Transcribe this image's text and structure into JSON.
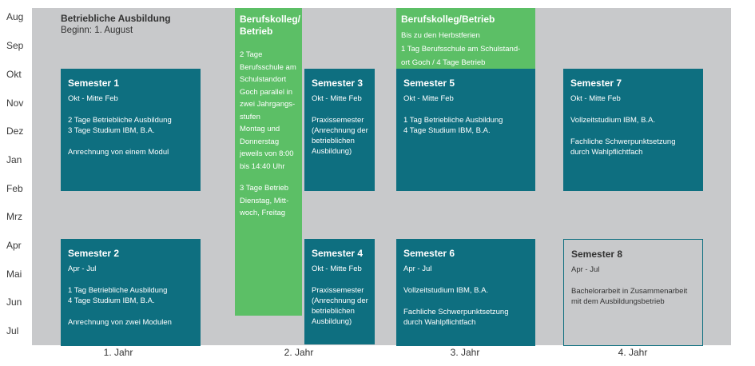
{
  "months": [
    "Aug",
    "Sep",
    "Okt",
    "Nov",
    "Dez",
    "Jan",
    "Feb",
    "Mrz",
    "Apr",
    "Mai",
    "Jun",
    "Jul"
  ],
  "intro": {
    "title": "Betriebliche Ausbildung",
    "subtitle": "Beginn: 1. August"
  },
  "green_blocks": {
    "kolleg1": {
      "title": "Berufskolleg/\nBetrieb",
      "text1": "2 Tage\nBerufsschule am\nSchulstandort\nGoch parallel in\nzwei Jahrgangs-\nstufen\nMontag und\nDonnerstag\njeweils von 8:00\nbis 14:40 Uhr",
      "text2": "3 Tage Betrieb\nDienstag, Mitt-\nwoch, Freitag"
    },
    "kolleg2": {
      "title": "Berufskolleg/Betrieb",
      "text": "Bis zu den Herbstferien\n1 Tag Berufsschule am Schulstand-\nort Goch  / 4 Tage Betrieb"
    }
  },
  "semesters": {
    "s1": {
      "title": "Semester 1",
      "period": "Okt - Mitte Feb",
      "p1": "2 Tage Betriebliche Ausbildung\n3 Tage Studium IBM, B.A.",
      "p2": "Anrechnung von einem Modul"
    },
    "s2": {
      "title": "Semester 2",
      "period": "Apr - Jul",
      "p1": "1 Tag Betriebliche Ausbildung\n4 Tage Studium IBM, B.A.",
      "p2": "Anrechnung von zwei Modulen"
    },
    "s3": {
      "title": "Semester 3",
      "period": "Okt - Mitte Feb",
      "p1": "Praxissemester\n(Anrechnung der\nbetrieblichen\nAusbildung)"
    },
    "s4": {
      "title": "Semester 4",
      "period": "Okt - Mitte Feb",
      "p1": "Praxissemester\n(Anrechnung der\nbetrieblichen\nAusbildung)"
    },
    "s5": {
      "title": "Semester 5",
      "period": "Okt - Mitte Feb",
      "p1": "1 Tag Betriebliche Ausbildung\n4 Tage Studium IBM, B.A."
    },
    "s6": {
      "title": "Semester 6",
      "period": "Apr - Jul",
      "p1": "Vollzeitstudium IBM, B.A.",
      "p2": "Fachliche Schwerpunktsetzung\ndurch Wahlpflichtfach"
    },
    "s7": {
      "title": "Semester 7",
      "period": "Okt - Mitte Feb",
      "p1": "Vollzeitstudium IBM, B.A.",
      "p2": "Fachliche Schwerpunktsetzung\ndurch Wahlpflichtfach"
    },
    "s8": {
      "title": "Semester 8",
      "period": "Apr - Jul",
      "p1": "Bachelorarbeit in Zusammenarbeit\nmit dem Ausbildungsbetrieb"
    }
  },
  "years": [
    "1. Jahr",
    "2. Jahr",
    "3. Jahr",
    "4. Jahr"
  ],
  "colors": {
    "teal": "#0e6f80",
    "green": "#5cbf66",
    "background": "#c8c9cb"
  }
}
